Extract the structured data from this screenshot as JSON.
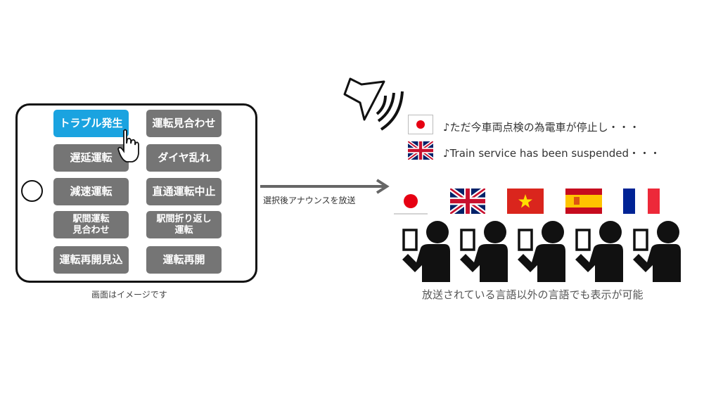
{
  "tablet": {
    "buttons": [
      {
        "label": "トラブル発生",
        "active": true
      },
      {
        "label": "運転見合わせ"
      },
      {
        "label": "遅延運転"
      },
      {
        "label": "ダイヤ乱れ"
      },
      {
        "label": "減速運転"
      },
      {
        "label": "直通運転中止"
      },
      {
        "label": "駅間運転\n見合わせ"
      },
      {
        "label": "駅間折り返し\n運転"
      },
      {
        "label": "運転再開見込"
      },
      {
        "label": "運転再開"
      }
    ],
    "caption": "画面はイメージです"
  },
  "arrow_label": "選択後アナウンスを放送",
  "announcements": [
    {
      "flag": "japan",
      "text": "♪ただ今車両点検の為電車が停止し・・・"
    },
    {
      "flag": "uk",
      "text": "♪Train service has been suspended・・・"
    }
  ],
  "listener_flags": [
    "japan",
    "uk",
    "vietnam",
    "spain",
    "france"
  ],
  "listeners_caption": "放送されている言語以外の言語でも表示が可能",
  "colors": {
    "active": "#1aa3e0",
    "button": "#757575"
  }
}
